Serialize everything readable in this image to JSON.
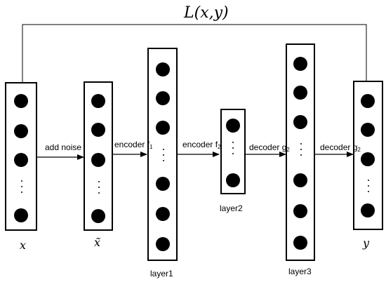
{
  "loss": {
    "label": "L(x,y)"
  },
  "layers": [
    {
      "id": "x",
      "label": "x",
      "label_style": "math"
    },
    {
      "id": "xhat",
      "label": "x̃",
      "label_style": "math"
    },
    {
      "id": "layer1",
      "label": "layer1",
      "label_style": "text"
    },
    {
      "id": "layer2",
      "label": "layer2",
      "label_style": "text"
    },
    {
      "id": "layer3",
      "label": "layer3",
      "label_style": "text"
    },
    {
      "id": "y",
      "label": "y",
      "label_style": "math"
    }
  ],
  "edges": [
    {
      "label": "add noise",
      "sub": ""
    },
    {
      "label": "encoder f",
      "sub": "1"
    },
    {
      "label": "encoder f",
      "sub": "2"
    },
    {
      "label": "decoder g",
      "sub": "2"
    },
    {
      "label": "decoder g",
      "sub": "2"
    }
  ]
}
